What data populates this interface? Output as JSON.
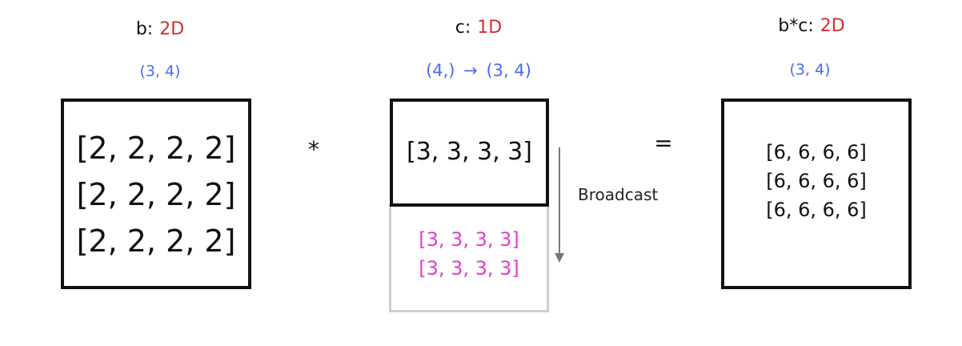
{
  "b": {
    "name": "b:",
    "dim": "2D",
    "shape": "(3, 4)",
    "rows": [
      "[2, 2, 2, 2]",
      "[2, 2, 2, 2]",
      "[2, 2, 2, 2]"
    ]
  },
  "c": {
    "name": "c:",
    "dim": "1D",
    "shape_from": "(4,)",
    "arrow": "→",
    "shape_to": "(3, 4)",
    "row": "[3, 3, 3, 3]",
    "broadcast_rows": [
      "[3, 3, 3, 3]",
      "[3, 3, 3, 3]"
    ]
  },
  "result": {
    "name": "b*c:",
    "dim": "2D",
    "shape": "(3, 4)",
    "rows": [
      "[6, 6, 6, 6]",
      "[6, 6, 6, 6]",
      "[6, 6, 6, 6]"
    ]
  },
  "operators": {
    "multiply": "*",
    "equals": "="
  },
  "broadcast_label": "Broadcast",
  "colors": {
    "dimension_label": "#d32f2f",
    "shape_label": "#4a6cf0",
    "broadcast_rows": "#e040c8",
    "ghost_border": "#cfcfcf",
    "arrow": "#777777"
  }
}
